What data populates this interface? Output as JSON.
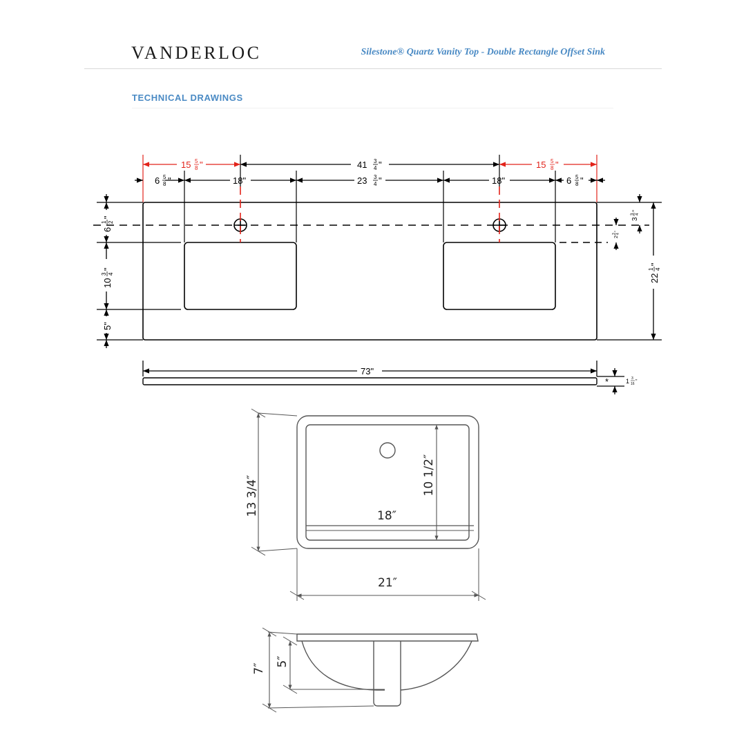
{
  "header": {
    "brand": "VANDERLOC",
    "title": "Silestone® Quartz Vanity Top - Double Rectangle Offset Sink"
  },
  "section": {
    "heading": "TECHNICAL DRAWINGS"
  },
  "colors": {
    "accent": "#4a8ac4",
    "faucet_centerline": "#e2231a",
    "line": "#000000"
  },
  "top_view": {
    "faucet_offset_left": {
      "whole": "15",
      "num": "5",
      "den": "8",
      "unit": "\""
    },
    "faucet_spacing": {
      "whole": "41",
      "num": "3",
      "den": "4",
      "unit": "\""
    },
    "faucet_offset_right": {
      "whole": "15",
      "num": "5",
      "den": "8",
      "unit": "\""
    },
    "edge_to_bowl_left": {
      "whole": "6",
      "num": "5",
      "den": "8",
      "unit": "\""
    },
    "bowl_width_left": "18\"",
    "bowl_spacing": {
      "whole": "23",
      "num": "3",
      "den": "4",
      "unit": "\""
    },
    "bowl_width_right": "18\"",
    "edge_to_bowl_right": {
      "whole": "6",
      "num": "5",
      "den": "8",
      "unit": "\""
    },
    "back_to_bowl": {
      "whole": "6",
      "num": "1",
      "den": "2",
      "unit": "\""
    },
    "bowl_depth": {
      "whole": "10",
      "num": "3",
      "den": "4",
      "unit": "\""
    },
    "front_to_bowl": "5\"",
    "back_to_faucet_hole": {
      "whole": "3",
      "num": "3",
      "den": "4",
      "unit": "\""
    },
    "faucet_hole_to_bowl": {
      "whole": "2",
      "num": "3",
      "den": "4",
      "unit": "\""
    },
    "total_depth": {
      "whole": "22",
      "num": "1",
      "den": "4",
      "unit": "\""
    }
  },
  "front_view": {
    "total_width": "73\"",
    "thickness_marker": "*",
    "thickness": {
      "whole": "1",
      "num": "3",
      "den": "16",
      "unit": "\""
    }
  },
  "sink_top_view": {
    "outer_depth": "13 3/4″",
    "inner_depth": "10 1/2″",
    "inner_width": "18″",
    "outer_width": "21″"
  },
  "sink_side_view": {
    "overall_height": "7″",
    "bowl_depth": "5″"
  }
}
